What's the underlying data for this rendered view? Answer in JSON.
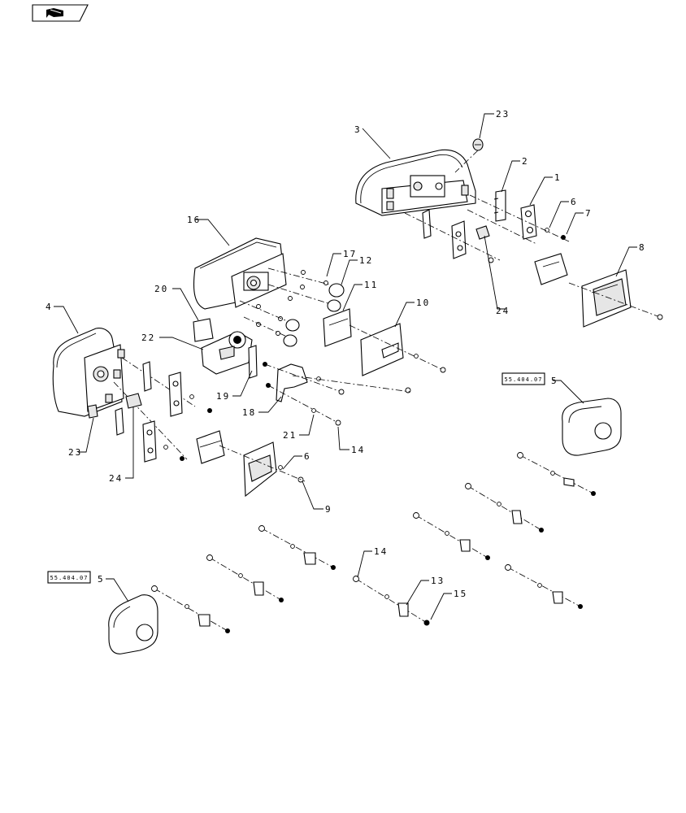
{
  "nav_icon": {
    "name": "page-navigation-icon"
  },
  "labels": {
    "l1": "1",
    "l2": "2",
    "l3": "3",
    "l4": "4",
    "l5a": "5",
    "l5b": "5",
    "l6a": "6",
    "l6b": "6",
    "l7": "7",
    "l8": "8",
    "l9": "9",
    "l10": "10",
    "l11": "11",
    "l12": "12",
    "l13": "13",
    "l14a": "14",
    "l14b": "14",
    "l15": "15",
    "l16": "16",
    "l17": "17",
    "l18": "18",
    "l19": "19",
    "l20": "20",
    "l21": "21",
    "l22": "22",
    "l23a": "23",
    "l23b": "23",
    "l24a": "24",
    "l24b": "24"
  },
  "refs": {
    "ref_right": "55.404.07",
    "ref_left": "55.404.07"
  }
}
